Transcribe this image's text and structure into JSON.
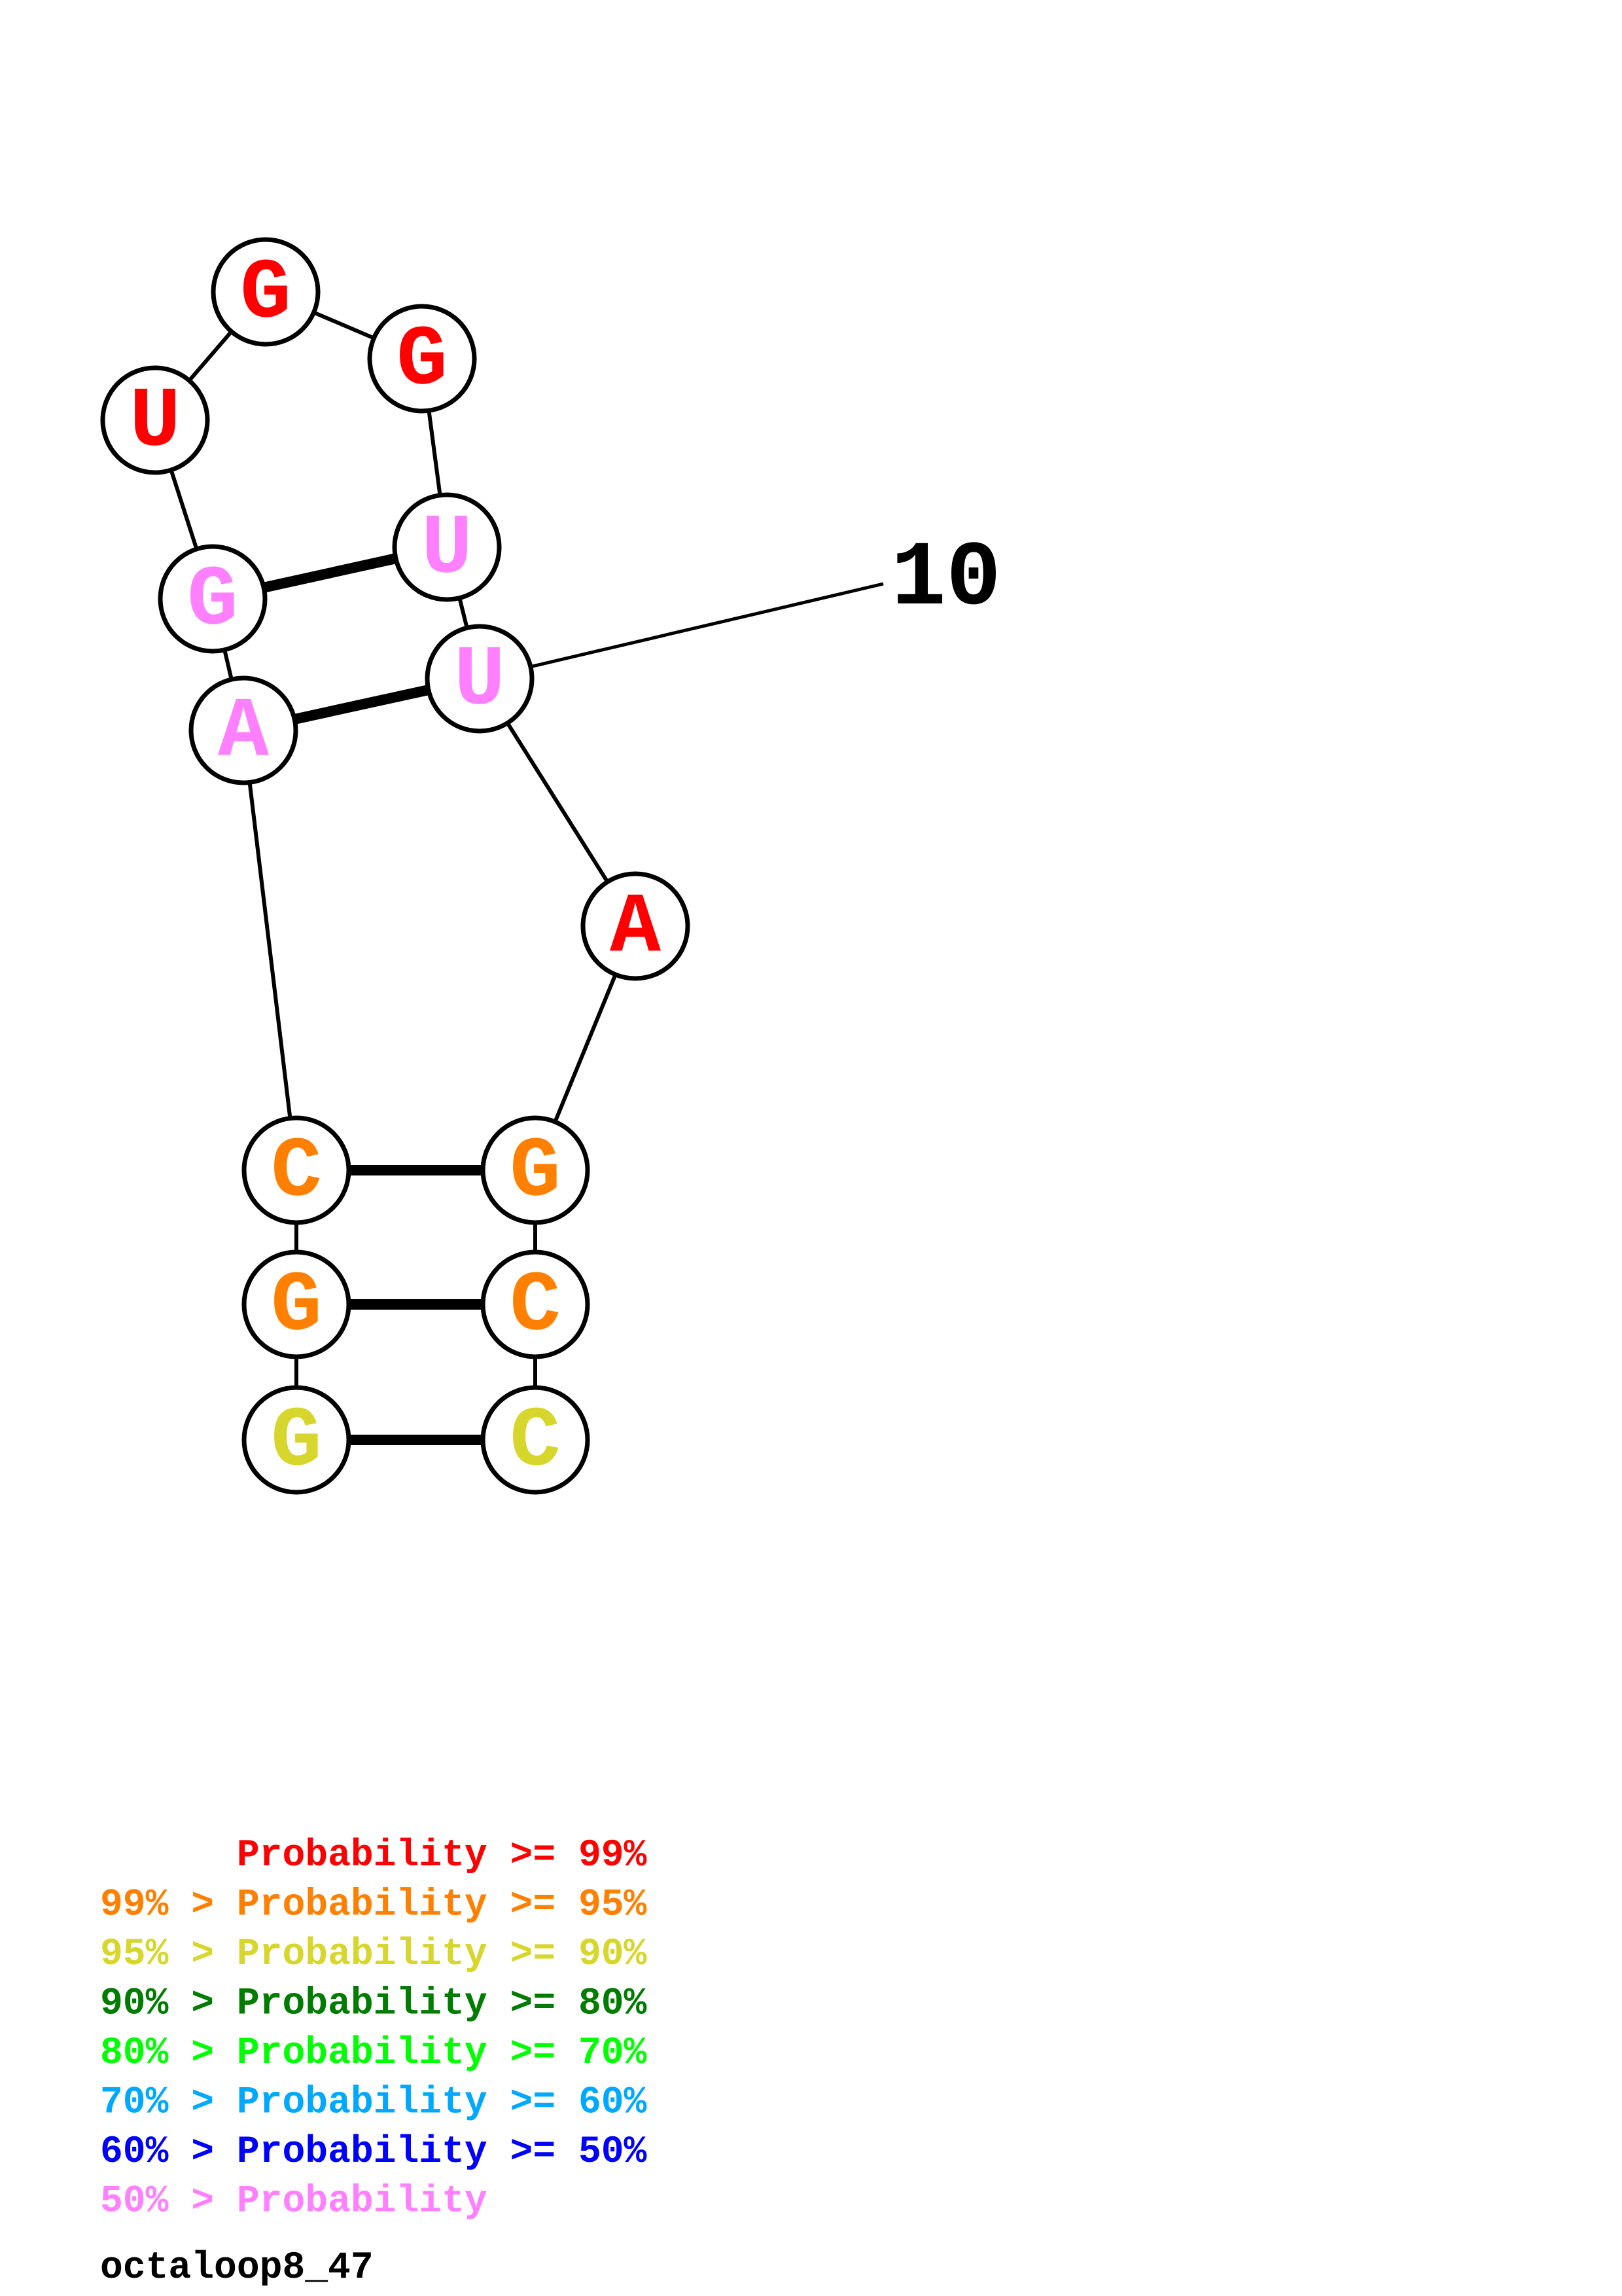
{
  "title": "octaloop8_47",
  "structure": {
    "bases": [
      {
        "index": 1,
        "letter": "G",
        "prob_class": "90-95"
      },
      {
        "index": 2,
        "letter": "G",
        "prob_class": "95-99"
      },
      {
        "index": 3,
        "letter": "C",
        "prob_class": "95-99"
      },
      {
        "index": 4,
        "letter": "A",
        "prob_class": "<50"
      },
      {
        "index": 5,
        "letter": "G",
        "prob_class": "<50"
      },
      {
        "index": 6,
        "letter": "U",
        "prob_class": ">=99"
      },
      {
        "index": 7,
        "letter": "G",
        "prob_class": ">=99"
      },
      {
        "index": 8,
        "letter": "G",
        "prob_class": ">=99"
      },
      {
        "index": 9,
        "letter": "U",
        "prob_class": "<50"
      },
      {
        "index": 10,
        "letter": "U",
        "prob_class": "<50"
      },
      {
        "index": 11,
        "letter": "A",
        "prob_class": ">=99"
      },
      {
        "index": 12,
        "letter": "G",
        "prob_class": "95-99"
      },
      {
        "index": 13,
        "letter": "C",
        "prob_class": "95-99"
      },
      {
        "index": 14,
        "letter": "C",
        "prob_class": "90-95"
      }
    ],
    "pairs": [
      [
        1,
        14
      ],
      [
        2,
        13
      ],
      [
        3,
        12
      ],
      [
        4,
        10
      ],
      [
        5,
        9
      ]
    ],
    "position_labels": [
      {
        "index": 10,
        "text": "10"
      }
    ]
  },
  "legend": {
    "items": [
      {
        "prefix": "",
        "label": "Probability",
        "suffix": ">= 99%",
        "key": ">=99",
        "color": "#ff0000"
      },
      {
        "prefix": "99% >",
        "label": "Probability",
        "suffix": ">= 95%",
        "key": "95-99",
        "color": "#ff8000"
      },
      {
        "prefix": "95% >",
        "label": "Probability",
        "suffix": ">= 90%",
        "key": "90-95",
        "color": "#d6d62d"
      },
      {
        "prefix": "90% >",
        "label": "Probability",
        "suffix": ">= 80%",
        "key": "80-90",
        "color": "#007d00"
      },
      {
        "prefix": "80% >",
        "label": "Probability",
        "suffix": ">= 70%",
        "key": "70-80",
        "color": "#00ff00"
      },
      {
        "prefix": "70% >",
        "label": "Probability",
        "suffix": ">= 60%",
        "key": "60-70",
        "color": "#00a8ff"
      },
      {
        "prefix": "60% >",
        "label": "Probability",
        "suffix": ">= 50%",
        "key": "50-60",
        "color": "#0000ff"
      },
      {
        "prefix": "50% >",
        "label": "Probability",
        "suffix": "",
        "key": "<50",
        "color": "#ff80ff"
      }
    ]
  }
}
